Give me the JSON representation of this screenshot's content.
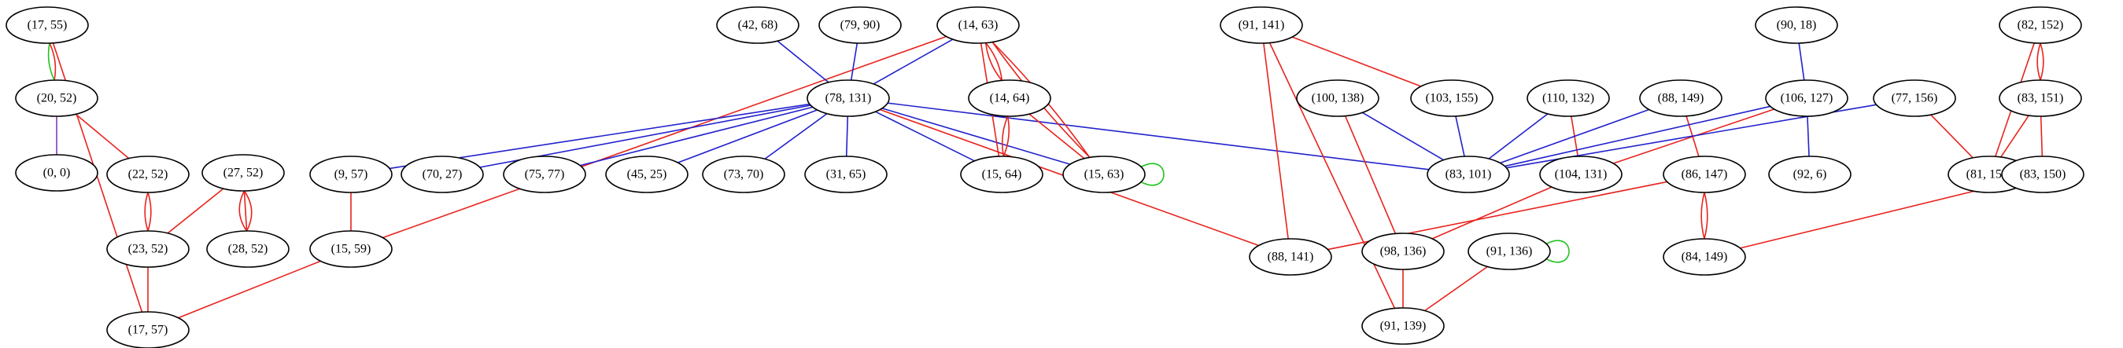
{
  "colors": {
    "red": "#e8231d",
    "blue": "#2222cc",
    "green": "#22c322",
    "purple": "#7e3fb0",
    "node_stroke": "#000000",
    "background": "#ffffff"
  },
  "graph": {
    "nodes": [
      {
        "id": "n_17_55",
        "label": "(17, 55)"
      },
      {
        "id": "n_20_52",
        "label": "(20, 52)"
      },
      {
        "id": "n_0_0",
        "label": "(0, 0)"
      },
      {
        "id": "n_22_52",
        "label": "(22, 52)"
      },
      {
        "id": "n_27_52",
        "label": "(27, 52)"
      },
      {
        "id": "n_23_52",
        "label": "(23, 52)"
      },
      {
        "id": "n_28_52",
        "label": "(28, 52)"
      },
      {
        "id": "n_17_57",
        "label": "(17, 57)"
      },
      {
        "id": "n_42_68",
        "label": "(42, 68)"
      },
      {
        "id": "n_79_90",
        "label": "(79, 90)"
      },
      {
        "id": "n_14_63",
        "label": "(14, 63)"
      },
      {
        "id": "n_78_131",
        "label": "(78, 131)"
      },
      {
        "id": "n_9_57",
        "label": "(9, 57)"
      },
      {
        "id": "n_70_27",
        "label": "(70, 27)"
      },
      {
        "id": "n_75_77",
        "label": "(75, 77)"
      },
      {
        "id": "n_45_25",
        "label": "(45, 25)"
      },
      {
        "id": "n_73_70",
        "label": "(73, 70)"
      },
      {
        "id": "n_31_65",
        "label": "(31, 65)"
      },
      {
        "id": "n_14_64",
        "label": "(14, 64)"
      },
      {
        "id": "n_15_64",
        "label": "(15, 64)"
      },
      {
        "id": "n_15_63",
        "label": "(15, 63)"
      },
      {
        "id": "n_15_59",
        "label": "(15, 59)"
      },
      {
        "id": "n_91_141",
        "label": "(91, 141)"
      },
      {
        "id": "n_100_138",
        "label": "(100, 138)"
      },
      {
        "id": "n_103_155",
        "label": "(103, 155)"
      },
      {
        "id": "n_110_132",
        "label": "(110, 132)"
      },
      {
        "id": "n_88_149",
        "label": "(88, 149)"
      },
      {
        "id": "n_90_18",
        "label": "(90, 18)"
      },
      {
        "id": "n_106_127",
        "label": "(106, 127)"
      },
      {
        "id": "n_77_156",
        "label": "(77, 156)"
      },
      {
        "id": "n_82_152",
        "label": "(82, 152)"
      },
      {
        "id": "n_83_151",
        "label": "(83, 151)"
      },
      {
        "id": "n_83_101",
        "label": "(83, 101)"
      },
      {
        "id": "n_104_131",
        "label": "(104, 131)"
      },
      {
        "id": "n_86_147",
        "label": "(86, 147)"
      },
      {
        "id": "n_92_6",
        "label": "(92, 6)"
      },
      {
        "id": "n_81_151",
        "label": "(81, 151)"
      },
      {
        "id": "n_83_150",
        "label": "(83, 150)"
      },
      {
        "id": "n_88_141",
        "label": "(88, 141)"
      },
      {
        "id": "n_98_136",
        "label": "(98, 136)"
      },
      {
        "id": "n_91_136",
        "label": "(91, 136)"
      },
      {
        "id": "n_84_149",
        "label": "(84, 149)"
      },
      {
        "id": "n_91_139",
        "label": "(91, 139)"
      }
    ],
    "edges": [
      {
        "from": "n_17_55",
        "to": "n_20_52",
        "color": "red"
      },
      {
        "from": "n_17_55",
        "to": "n_20_52",
        "color": "green"
      },
      {
        "from": "n_17_55",
        "to": "n_17_57",
        "color": "red"
      },
      {
        "from": "n_20_52",
        "to": "n_0_0",
        "color": "purple"
      },
      {
        "from": "n_20_52",
        "to": "n_22_52",
        "color": "red"
      },
      {
        "from": "n_22_52",
        "to": "n_23_52",
        "color": "red"
      },
      {
        "from": "n_22_52",
        "to": "n_23_52",
        "color": "red"
      },
      {
        "from": "n_27_52",
        "to": "n_23_52",
        "color": "red"
      },
      {
        "from": "n_27_52",
        "to": "n_28_52",
        "color": "red"
      },
      {
        "from": "n_27_52",
        "to": "n_28_52",
        "color": "red"
      },
      {
        "from": "n_27_52",
        "to": "n_28_52",
        "color": "red"
      },
      {
        "from": "n_23_52",
        "to": "n_17_57",
        "color": "red"
      },
      {
        "from": "n_15_59",
        "to": "n_17_57",
        "color": "red"
      },
      {
        "from": "n_9_57",
        "to": "n_15_59",
        "color": "red"
      },
      {
        "from": "n_14_63",
        "to": "n_15_59",
        "color": "red"
      },
      {
        "from": "n_42_68",
        "to": "n_78_131",
        "color": "blue"
      },
      {
        "from": "n_79_90",
        "to": "n_78_131",
        "color": "blue"
      },
      {
        "from": "n_14_63",
        "to": "n_78_131",
        "color": "blue"
      },
      {
        "from": "n_78_131",
        "to": "n_9_57",
        "color": "blue"
      },
      {
        "from": "n_78_131",
        "to": "n_70_27",
        "color": "blue"
      },
      {
        "from": "n_78_131",
        "to": "n_75_77",
        "color": "blue"
      },
      {
        "from": "n_78_131",
        "to": "n_45_25",
        "color": "blue"
      },
      {
        "from": "n_78_131",
        "to": "n_73_70",
        "color": "blue"
      },
      {
        "from": "n_78_131",
        "to": "n_31_65",
        "color": "blue"
      },
      {
        "from": "n_78_131",
        "to": "n_15_64",
        "color": "blue"
      },
      {
        "from": "n_78_131",
        "to": "n_15_63",
        "color": "blue"
      },
      {
        "from": "n_78_131",
        "to": "n_83_101",
        "color": "blue"
      },
      {
        "from": "n_78_131",
        "to": "n_88_141",
        "color": "red"
      },
      {
        "from": "n_14_63",
        "to": "n_14_64",
        "color": "red"
      },
      {
        "from": "n_14_63",
        "to": "n_14_64",
        "color": "red"
      },
      {
        "from": "n_14_63",
        "to": "n_15_64",
        "color": "red"
      },
      {
        "from": "n_14_63",
        "to": "n_15_63",
        "color": "red"
      },
      {
        "from": "n_14_63",
        "to": "n_15_63",
        "color": "red"
      },
      {
        "from": "n_14_64",
        "to": "n_15_64",
        "color": "red"
      },
      {
        "from": "n_14_64",
        "to": "n_15_64",
        "color": "red"
      },
      {
        "from": "n_14_64",
        "to": "n_15_63",
        "color": "red"
      },
      {
        "from": "n_15_63",
        "to": "n_15_63",
        "color": "green"
      },
      {
        "from": "n_91_141",
        "to": "n_103_155",
        "color": "red"
      },
      {
        "from": "n_91_141",
        "to": "n_88_141",
        "color": "red"
      },
      {
        "from": "n_91_141",
        "to": "n_91_139",
        "color": "red"
      },
      {
        "from": "n_100_138",
        "to": "n_83_101",
        "color": "blue"
      },
      {
        "from": "n_100_138",
        "to": "n_98_136",
        "color": "red"
      },
      {
        "from": "n_103_155",
        "to": "n_83_101",
        "color": "blue"
      },
      {
        "from": "n_110_132",
        "to": "n_83_101",
        "color": "blue"
      },
      {
        "from": "n_110_132",
        "to": "n_104_131",
        "color": "red"
      },
      {
        "from": "n_88_149",
        "to": "n_83_101",
        "color": "blue"
      },
      {
        "from": "n_88_149",
        "to": "n_86_147",
        "color": "red"
      },
      {
        "from": "n_90_18",
        "to": "n_106_127",
        "color": "blue"
      },
      {
        "from": "n_106_127",
        "to": "n_83_101",
        "color": "blue"
      },
      {
        "from": "n_106_127",
        "to": "n_104_131",
        "color": "red"
      },
      {
        "from": "n_106_127",
        "to": "n_92_6",
        "color": "blue"
      },
      {
        "from": "n_77_156",
        "to": "n_83_101",
        "color": "blue"
      },
      {
        "from": "n_77_156",
        "to": "n_81_151",
        "color": "red"
      },
      {
        "from": "n_82_152",
        "to": "n_83_151",
        "color": "red"
      },
      {
        "from": "n_82_152",
        "to": "n_83_151",
        "color": "red"
      },
      {
        "from": "n_82_152",
        "to": "n_81_151",
        "color": "red"
      },
      {
        "from": "n_83_151",
        "to": "n_81_151",
        "color": "red"
      },
      {
        "from": "n_83_151",
        "to": "n_83_150",
        "color": "red"
      },
      {
        "from": "n_83_150",
        "to": "n_84_149",
        "color": "red"
      },
      {
        "from": "n_86_147",
        "to": "n_88_141",
        "color": "red"
      },
      {
        "from": "n_86_147",
        "to": "n_84_149",
        "color": "red"
      },
      {
        "from": "n_86_147",
        "to": "n_84_149",
        "color": "red"
      },
      {
        "from": "n_104_131",
        "to": "n_98_136",
        "color": "red"
      },
      {
        "from": "n_98_136",
        "to": "n_91_139",
        "color": "red"
      },
      {
        "from": "n_91_136",
        "to": "n_91_139",
        "color": "red"
      },
      {
        "from": "n_91_136",
        "to": "n_91_136",
        "color": "green"
      }
    ]
  }
}
